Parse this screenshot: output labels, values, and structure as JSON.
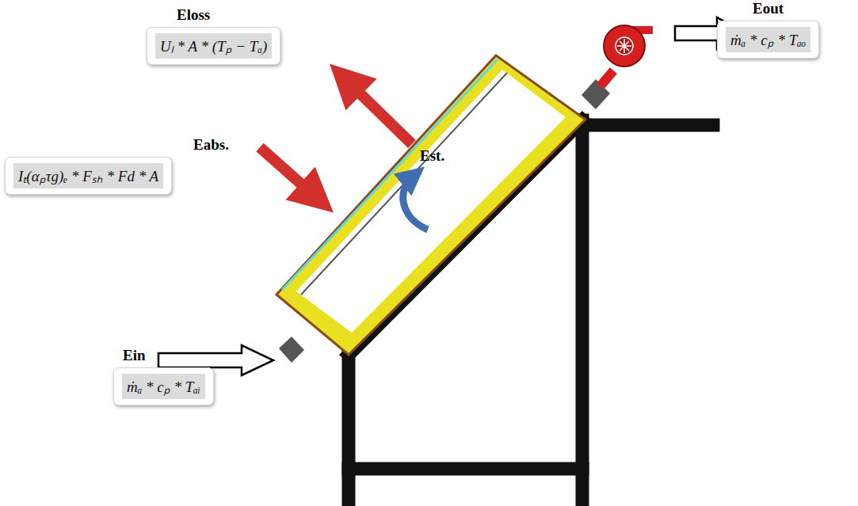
{
  "diagram": {
    "nodes": [
      {
        "text": [
          "Eloss",
          "Uₗ * A * (Tₚ − Tₐ)"
        ]
      },
      {
        "text": [
          "Eout",
          "ṁₐ * cₚ * Tₐₒ"
        ]
      },
      {
        "text": [
          "Eabs.",
          "Iₜ(αₚτg)ₑ * Fₛₕ * Fd * A"
        ]
      },
      {
        "text": [
          "Ein",
          "ṁₐ * cₚ * Tₐᵢ"
        ]
      }
    ],
    "labels": [
      "Est."
    ]
  }
}
